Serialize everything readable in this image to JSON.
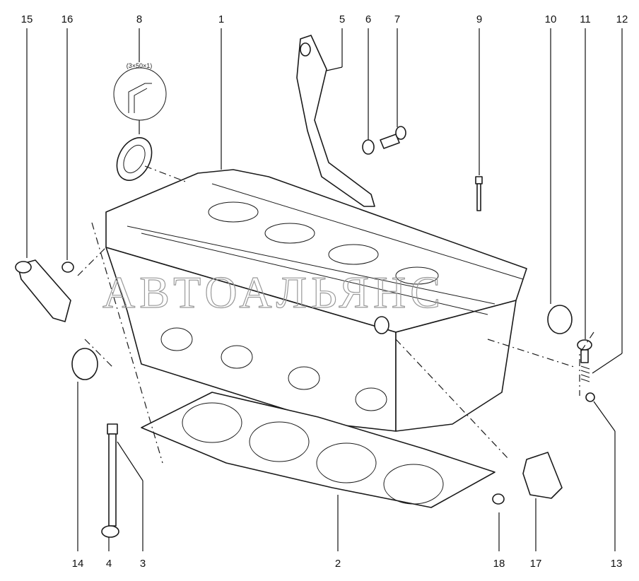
{
  "callouts": [
    "1",
    "2",
    "3",
    "4",
    "5",
    "6",
    "7",
    "8",
    "9",
    "10",
    "11",
    "12",
    "13",
    "14",
    "15",
    "16",
    "17",
    "18"
  ],
  "detail_note": "(3×50×1)",
  "watermark": "АВТОАЛЬЯНС"
}
